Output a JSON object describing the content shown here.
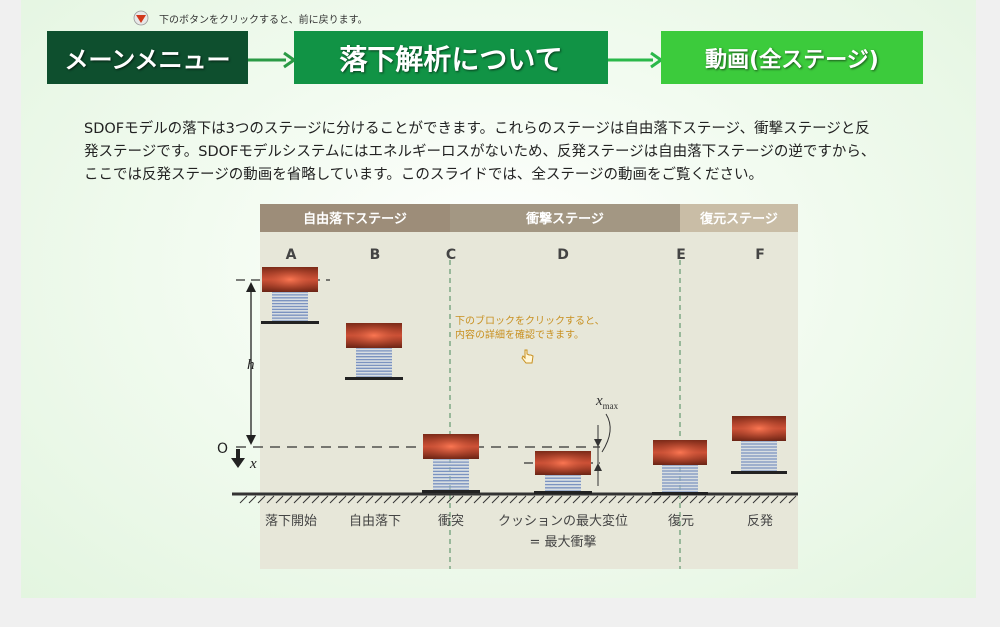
{
  "top_hint": {
    "text": "下のボタンをクリックすると、前に戻ります。",
    "icon": "down-arrow-icon"
  },
  "nav": {
    "main_menu": "メーンメニュー",
    "about_drop": "落下解析について",
    "animation_all": "動画(全ステージ)"
  },
  "intro": {
    "line1": "SDOFモデルの落下は3つのステージに分けることができます。これらのステージは自由落下ステージ、衝撃ステージと反",
    "line2": "発ステージです。SDOFモデルシステムにはエネルギーロスがないため、反発ステージは自由落下ステージの逆ですから、",
    "line3": "ここでは反発ステージの動画を省略しています。このスライドでは、全ステージの動画をご覧ください。"
  },
  "diagram": {
    "stages": [
      "自由落下ステージ",
      "衝撃ステージ",
      "復元ステージ"
    ],
    "columns": [
      "A",
      "B",
      "C",
      "D",
      "E",
      "F"
    ],
    "captions": [
      "落下開始",
      "自由落下",
      "衝突",
      "クッションの最大変位",
      "= 最大衝撃",
      "復元",
      "反発"
    ],
    "block_hint_line1": "下のブロックをクリックすると、",
    "block_hint_line2": "内容の詳細を確認できます。",
    "labels": {
      "h": "h",
      "o": "O",
      "x": "x",
      "xmax_base": "x",
      "xmax_sub": "max"
    },
    "colors": {
      "stage_free": "#9c8c78",
      "stage_impact": "#a29580",
      "stage_restore": "#c8bca4",
      "area": "#e6e6d8",
      "block": "#b5462a",
      "spring": "#4a6aa6",
      "hint_text": "#c89020"
    }
  }
}
